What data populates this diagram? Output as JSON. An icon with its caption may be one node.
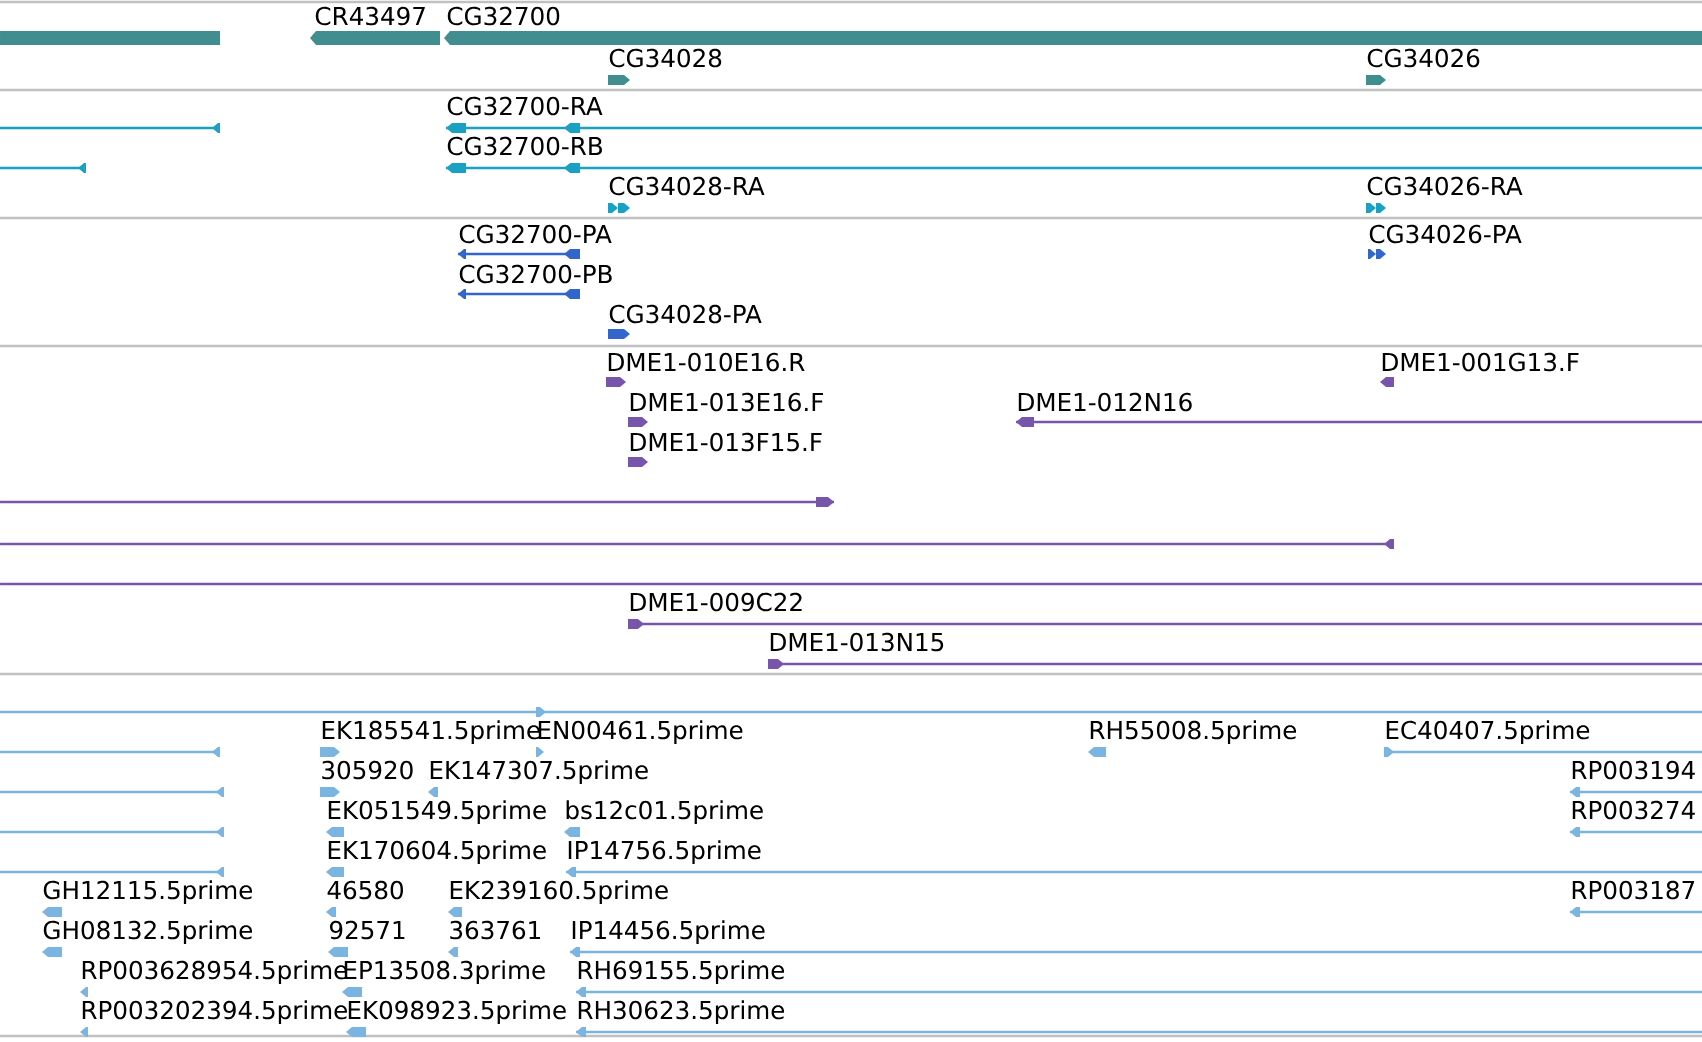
{
  "diagram": {
    "labels": [
      "CR43497",
      "CG32700",
      "CG34028",
      "CG34026",
      "CG32700-RA",
      "CG32700-RB",
      "CG34028-RA",
      "CG34026-RA",
      "CG32700-PA",
      "CG34026-PA",
      "CG32700-PB",
      "CG34028-PA",
      "DME1-010E16.R",
      "DME1-001G13.F",
      "DME1-013E16.F",
      "DME1-012N16",
      "DME1-013F15.F",
      "DME1-009C22",
      "DME1-013N15",
      "EK185541.5prime",
      "EN00461.5prime",
      "RH55008.5prime",
      "EC40407.5prime",
      "305920",
      "EK147307.5prime",
      "RP003194",
      "EK051549.5prime",
      "bs12c01.5prime",
      "RP003274",
      "EK170604.5prime",
      "IP14756.5prime",
      "GH12115.5prime",
      "46580",
      "EK239160.5prime",
      "RP003187",
      "GH08132.5prime",
      "92571",
      "363761",
      "IP14456.5prime",
      "RP003628954.5prime",
      "EP13508.3prime",
      "RH69155.5prime",
      "RP003202394.5prime",
      "EK098923.5prime",
      "RH30623.5prime"
    ]
  }
}
